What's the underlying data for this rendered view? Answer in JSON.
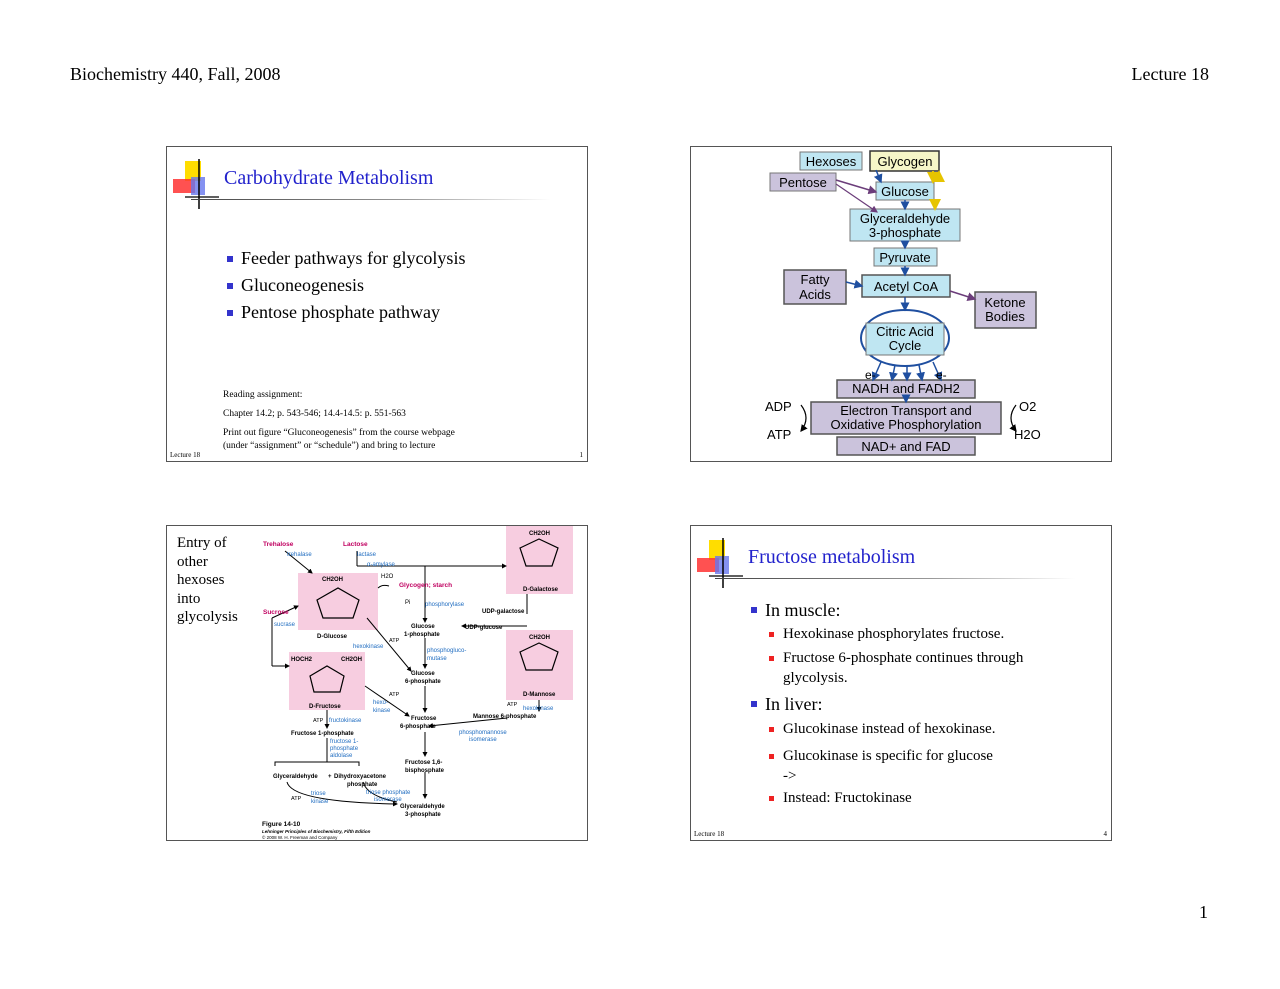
{
  "header": {
    "left": "Biochemistry 440, Fall, 2008",
    "right": "Lecture 18"
  },
  "page_number": "1",
  "slide1": {
    "title": "Carbohydrate Metabolism",
    "bullets": [
      "Feeder pathways for glycolysis",
      "Gluconeogenesis",
      "Pentose phosphate pathway"
    ],
    "reading_heading": "Reading assignment:",
    "reading_chapter": "Chapter 14.2; p. 543-546; 14.4-14.5: p. 551-563",
    "reading_print_1": "Print out figure “Gluconeogenesis” from the course webpage",
    "reading_print_2": "(under “assignment” or “schedule”) and bring to lecture",
    "footer_left": "Lecture 18",
    "footer_right": "1"
  },
  "slide2": {
    "hexoses": "Hexoses",
    "glycogen": "Glycogen",
    "pentose": "Pentose",
    "glucose": "Glucose",
    "g3p_1": "Glyceraldehyde",
    "g3p_2": "3-phosphate",
    "pyruvate": "Pyruvate",
    "fatty_1": "Fatty",
    "fatty_2": "Acids",
    "acetyl": "Acetyl CoA",
    "ketone_1": "Ketone",
    "ketone_2": "Bodies",
    "citric_1": "Citric Acid",
    "citric_2": "Cycle",
    "e_left": "e-",
    "e_right": "e-",
    "nadh": "NADH and FADH2",
    "etc_1": "Electron Transport and",
    "etc_2": "Oxidative Phosphorylation",
    "nad": "NAD+ and FAD",
    "adp": "ADP",
    "atp": "ATP",
    "o2": "O2",
    "h2o": "H2O"
  },
  "slide3": {
    "entry_lines": [
      "Entry of",
      "other",
      "hexoses",
      "into",
      "glycolysis"
    ],
    "trehalose": "Trehalose",
    "trehalase": "trehalase",
    "lactose": "Lactose",
    "lactase": "lactase",
    "ch2oh": "CH2OH",
    "h2o": "H2O",
    "alpha_amylase": "α-amylase",
    "glycogen_starch": "Glycogen; starch",
    "pi": "Pi",
    "phosphorylase": "phosphorylase",
    "udp_galactose": "UDP-galactose",
    "udp_glucose": "UDP-glucose",
    "sucrose": "Sucrose",
    "sucrase": "sucrase",
    "d_glucose": "D-Glucose",
    "d_galactose": "D-Galactose",
    "glucose_1p_1": "Glucose",
    "glucose_1p_2": "1-phosphate",
    "atp": "ATP",
    "hexokinase": "hexokinase",
    "phosphoglucomutase_1": "phosphogluco-",
    "phosphoglucomutase_2": "mutase",
    "hoch2": "HOCH2",
    "d_fructose": "D-Fructose",
    "glucose_6p_1": "Glucose",
    "glucose_6p_2": "6-phosphate",
    "d_mannose": "D-Mannose",
    "hexokinase_split_1": "hexo-",
    "hexokinase_split_2": "kinase",
    "fructose_6p_1": "Fructose",
    "fructose_6p_2": "6-phosphate",
    "mannose_6p": "Mannose 6-phosphate",
    "phosphomannose_1": "phosphomannose",
    "phosphomannose_2": "isomerase",
    "fructokinase": "fructokinase",
    "fructose_1p": "Fructose 1-phosphate",
    "f1p_aldolase_1": "fructose 1-",
    "f1p_aldolase_2": "phosphate",
    "f1p_aldolase_3": "aldolase",
    "fructose_16_1": "Fructose 1,6-",
    "fructose_16_2": "bisphosphate",
    "glyceraldehyde": "Glyceraldehyde",
    "plus": "+",
    "dhap_1": "Dihydroxyacetone",
    "dhap_2": "phosphate",
    "triose_kinase_1": "triose",
    "triose_kinase_2": "kinase",
    "tpi_1": "triose phosphate",
    "tpi_2": "isomerase",
    "g3p_1": "Glyceraldehyde",
    "g3p_2": "3-phosphate",
    "figure": "Figure 14-10",
    "book": "Lehninger Principles of Biochemistry, Fifth Edition",
    "copyright": "© 2008 W. H. Freeman and Company"
  },
  "slide4": {
    "title": "Fructose metabolism",
    "muscle": "In muscle:",
    "muscle_1": "Hexokinase phosphorylates fructose.",
    "muscle_2a": "Fructose 6-phosphate continues through",
    "muscle_2b": "glycolysis.",
    "liver": "In liver:",
    "liver_1": "Glucokinase instead of hexokinase.",
    "liver_2a": "Glucokinase is specific for glucose",
    "liver_2b": "->",
    "liver_3": "Instead: Fructokinase",
    "footer_left": "Lecture 18",
    "footer_right": "4"
  }
}
